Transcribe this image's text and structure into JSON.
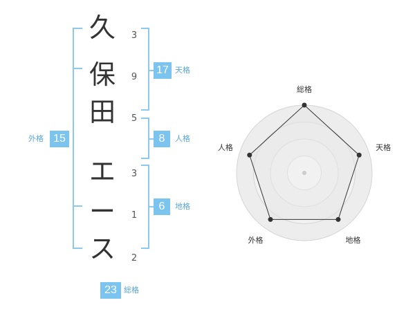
{
  "name": {
    "characters": [
      {
        "char": "久",
        "strokes": "3"
      },
      {
        "char": "保",
        "strokes": "9"
      },
      {
        "char": "田",
        "strokes": "5"
      },
      {
        "char": "エ",
        "strokes": "3"
      },
      {
        "char": "ー",
        "strokes": "1"
      },
      {
        "char": "ス",
        "strokes": "2"
      }
    ]
  },
  "fortunes": {
    "tenkaku": {
      "value": "17",
      "label": "天格"
    },
    "jinkaku": {
      "value": "8",
      "label": "人格"
    },
    "chikaku": {
      "value": "6",
      "label": "地格"
    },
    "gaikaku": {
      "value": "15",
      "label": "外格"
    },
    "soukaku": {
      "value": "23",
      "label": "総格"
    }
  },
  "radar": {
    "axes": [
      "総格",
      "天格",
      "地格",
      "外格",
      "人格"
    ],
    "levels": 4,
    "values": [
      1.0,
      0.85,
      0.85,
      0.85,
      0.85
    ],
    "fill_color": "#eeeeee",
    "line_color": "#333333"
  },
  "colors": {
    "accent": "#7cc4f0",
    "bracket": "#8cc8ef",
    "label": "#5aa7d8"
  }
}
